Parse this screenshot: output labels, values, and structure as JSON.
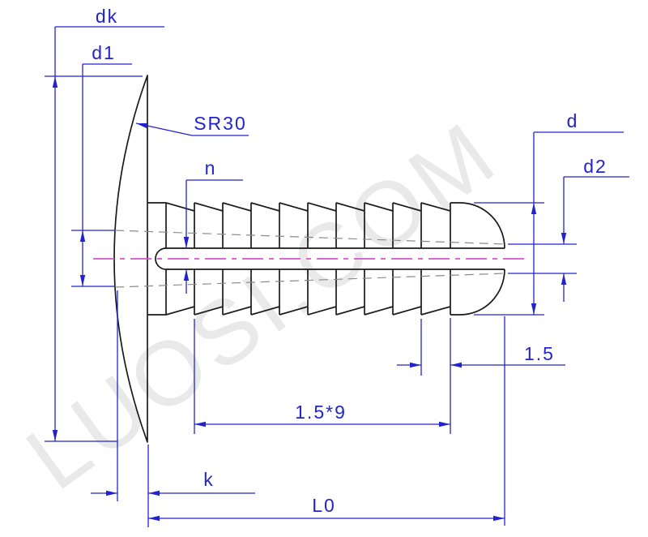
{
  "drawing": {
    "watermark": "LUOSI.COM",
    "labels": {
      "head_diameter": "dk",
      "root_diameter_at_head": "d1",
      "head_sphere_radius": "SR30",
      "slot_width": "n",
      "tip_outer_diameter": "d",
      "tip_root_diameter": "d2",
      "barb_pitch": "1.5",
      "barb_pitch_total": "1.5*9",
      "head_thickness": "k",
      "overall_length": "L0"
    },
    "colors": {
      "background": "#ffffff",
      "outline": "#1a1a1a",
      "dimension": "#2323cc",
      "hidden": "#8a8a8a",
      "centerline": "#d553cb",
      "watermark": "#e9e9e9"
    }
  }
}
